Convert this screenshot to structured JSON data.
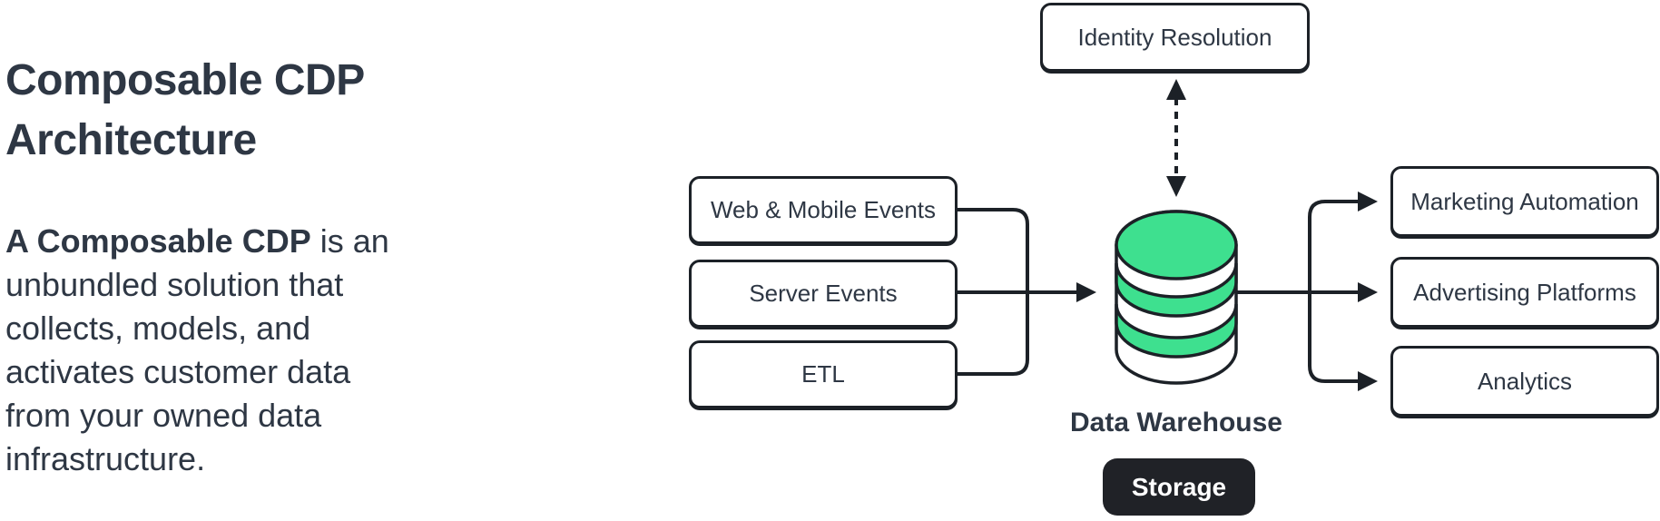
{
  "title": {
    "line1": "Composable CDP",
    "line2": "Architecture"
  },
  "intro": {
    "lead_bold": "A Composable CDP",
    "line1_rest": " is an",
    "lines": [
      "unbundled solution that",
      "collects, models, and",
      "activates customer data",
      "from your owned data",
      "infrastructure."
    ]
  },
  "diagram": {
    "identity_label": "Identity Resolution",
    "sources": [
      {
        "label": "Web & Mobile Events"
      },
      {
        "label": "Server Events"
      },
      {
        "label": "ETL"
      }
    ],
    "warehouse_label": "Data Warehouse",
    "storage_label": "Storage",
    "destinations": [
      {
        "label": "Marketing Automation"
      },
      {
        "label": "Advertising Platforms"
      },
      {
        "label": "Analytics"
      }
    ]
  },
  "colors": {
    "ink": "#1c2127",
    "text": "#2e3744",
    "green": "#3ee08f",
    "box_fill": "#ffffff",
    "badge_bg": "#202227",
    "badge_text": "#ffffff",
    "background": "#ffffff"
  }
}
